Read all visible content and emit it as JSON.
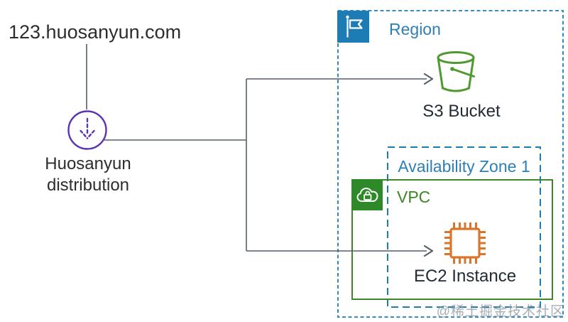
{
  "diagram": {
    "client_domain": "123.huosanyun.com",
    "distribution": {
      "label_lines": [
        "Huosanyun",
        "distribution"
      ],
      "icon": "download-circle-icon"
    },
    "region": {
      "label": "Region",
      "icon": "flag-icon"
    },
    "availability_zone": {
      "label": "Availability Zone 1"
    },
    "vpc": {
      "label": "VPC",
      "icon": "cloud-lock-icon"
    },
    "s3": {
      "label": "S3 Bucket",
      "icon": "bucket-icon"
    },
    "ec2": {
      "label": "EC2 Instance",
      "icon": "chip-icon"
    },
    "watermark": "@稀土掘金技术社区",
    "colors": {
      "aws_blue": "#1e7cb5",
      "blue_text": "#2d7fb5",
      "vpc_green": "#3f8624",
      "vpc_icon_green": "#2e8a29",
      "s3_green": "#4f9a2e",
      "ec2_orange": "#d9762e",
      "distribution_purple": "#5b34b5",
      "line_gray": "#575f68",
      "text_dark": "#2d2d2d",
      "watermark_gray": "#8b969e",
      "white": "#ffffff"
    }
  }
}
